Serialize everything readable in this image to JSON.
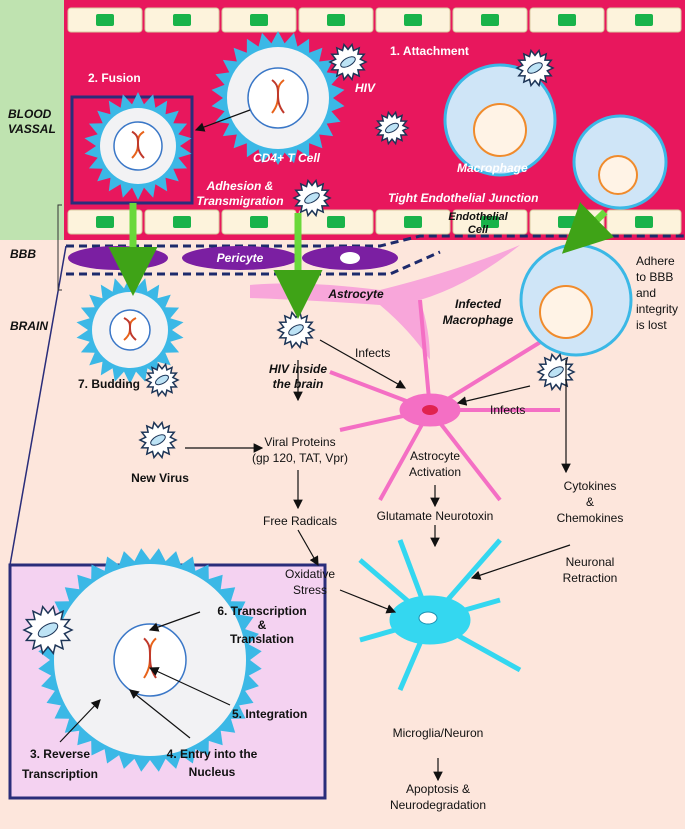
{
  "regions": {
    "blood": "BLOOD VASSAL",
    "bbb": "BBB",
    "brain": "BRAIN"
  },
  "labels": {
    "attachment": "1. Attachment",
    "fusion": "2. Fusion",
    "hiv": "HIV",
    "cd4": "CD4+ T Cell",
    "macrophage": "Macrophage",
    "adhesion": [
      "Adhesion &",
      "Transmigration"
    ],
    "tight_junction": "Tight Endothelial Junction",
    "endothelial": [
      "Endothelial",
      "Cell"
    ],
    "pericyte": "Pericyte",
    "astrocyte": "Astrocyte",
    "infected_macrophage": [
      "Infected",
      "Macrophage"
    ],
    "adhere": [
      "Adhere",
      "to BBB",
      "and",
      "integrity",
      "is lost"
    ],
    "hiv_inside": [
      "HIV inside",
      "the brain"
    ],
    "infects_1": "Infects",
    "infects_2": "Infects",
    "budding": "7. Budding",
    "new_virus": "New Virus",
    "viral_proteins": [
      "Viral Proteins",
      "(gp 120, TAT, Vpr)"
    ],
    "astro_activation": [
      "Astrocyte",
      "Activation"
    ],
    "cytokines": [
      "Cytokines",
      "&",
      "Chemokines"
    ],
    "free_radicals": "Free Radicals",
    "glutamate": "Glutamate Neurotoxin",
    "neuronal_retraction": [
      "Neuronal",
      "Retraction"
    ],
    "oxidative": [
      "Oxidative",
      "Stress"
    ],
    "microglia": "Microglia/Neuron",
    "apoptosis": [
      "Apoptosis &",
      "Neurodegradation"
    ],
    "transcription": [
      "6. Transcription",
      "&",
      "Translation"
    ],
    "integration": "5. Integration",
    "reverse": [
      "3. Reverse",
      "Transcription"
    ],
    "entry": [
      "4. Entry into the",
      "Nucleus"
    ]
  },
  "colors": {
    "blood": "#e8175d",
    "blood_band": "#bfe3b0",
    "brain": "#fde6dc",
    "cell_blue": "#3bb8e6",
    "astro_pink": "#f46fc4",
    "pericyte": "#7b1fa2",
    "neuron": "#34d7f0",
    "arrow_green": "#6ad83a",
    "inset_bg": "#f4d2f1",
    "frame": "#2a2d7a"
  }
}
